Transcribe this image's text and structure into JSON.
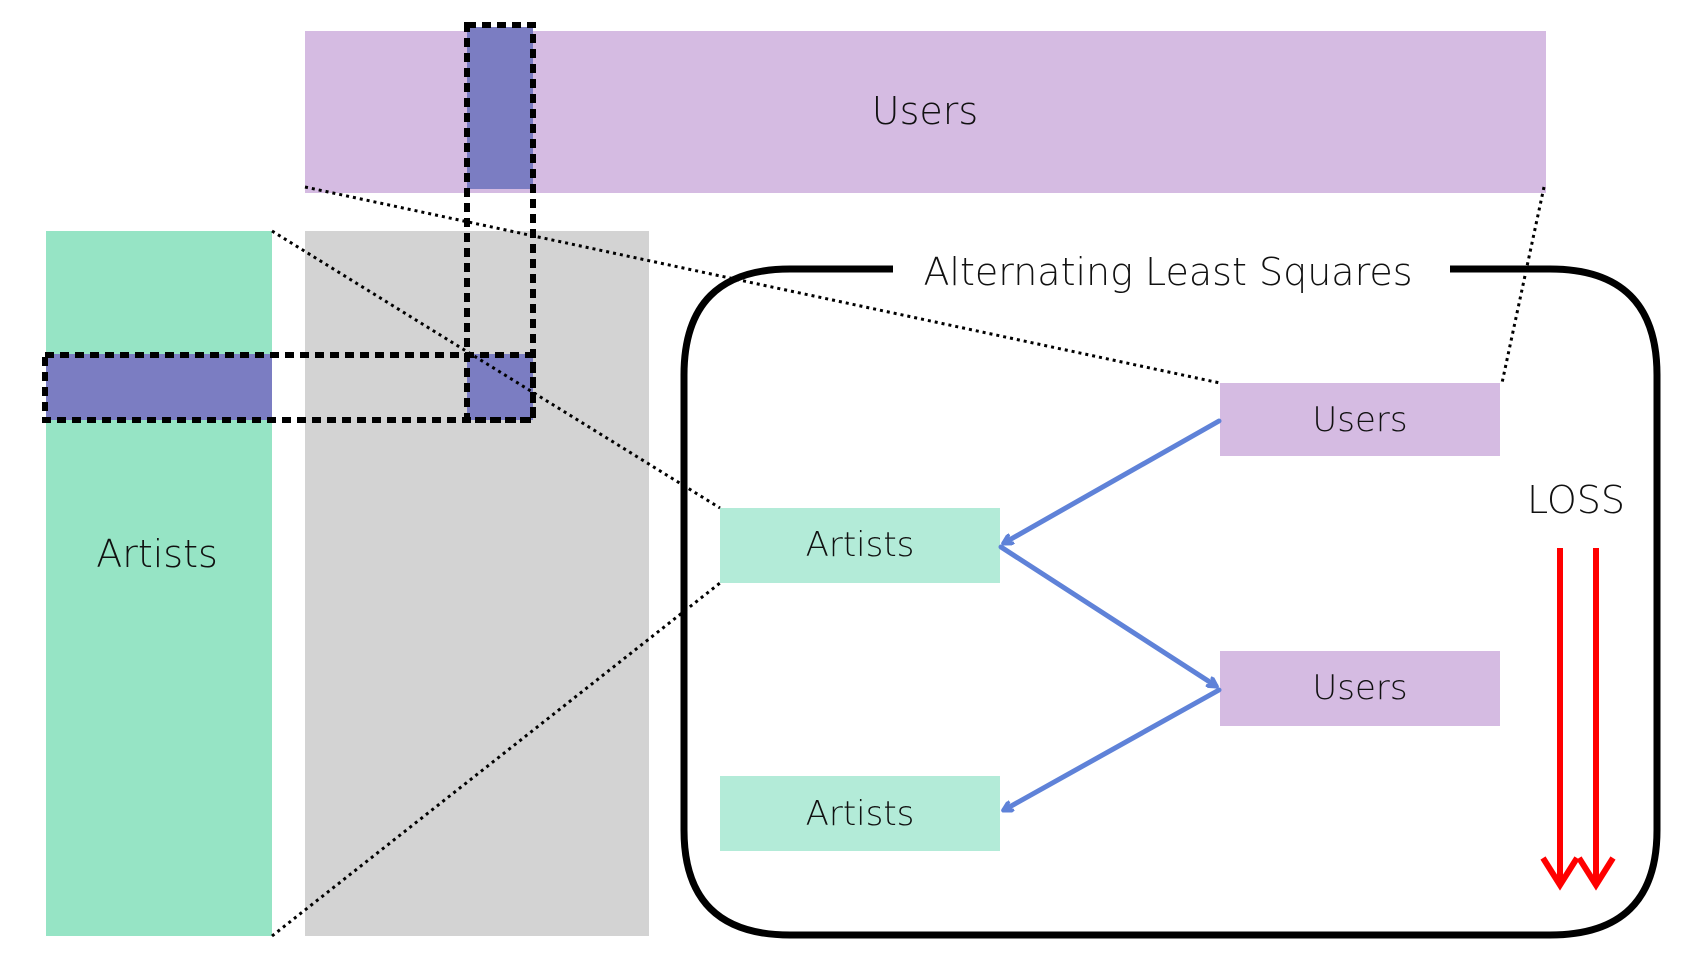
{
  "colors": {
    "users": "#d5bbe2",
    "artists_matrix": "#96e4c5",
    "artists_box": "#b3ebd8",
    "ratings_matrix": "#d3d3d3",
    "highlight": "#7b7dc2",
    "arrow_blue": "#5f82d8",
    "loss_red": "#ff0000",
    "outline": "#000000"
  },
  "users_matrix": {
    "label": "Users"
  },
  "artists_matrix": {
    "label": "Artists"
  },
  "ratings_matrix": {
    "label": ""
  },
  "als_panel": {
    "title": "Alternating Least Squares",
    "nodes": [
      {
        "id": "users-1",
        "label": "Users",
        "type": "users"
      },
      {
        "id": "artists-1",
        "label": "Artists",
        "type": "artists"
      },
      {
        "id": "users-2",
        "label": "Users",
        "type": "users"
      },
      {
        "id": "artists-2",
        "label": "Artists",
        "type": "artists"
      }
    ],
    "edges": [
      {
        "from": "users-1",
        "to": "artists-1"
      },
      {
        "from": "artists-1",
        "to": "users-2"
      },
      {
        "from": "users-2",
        "to": "artists-2"
      }
    ],
    "loss_label": "LOSS"
  }
}
